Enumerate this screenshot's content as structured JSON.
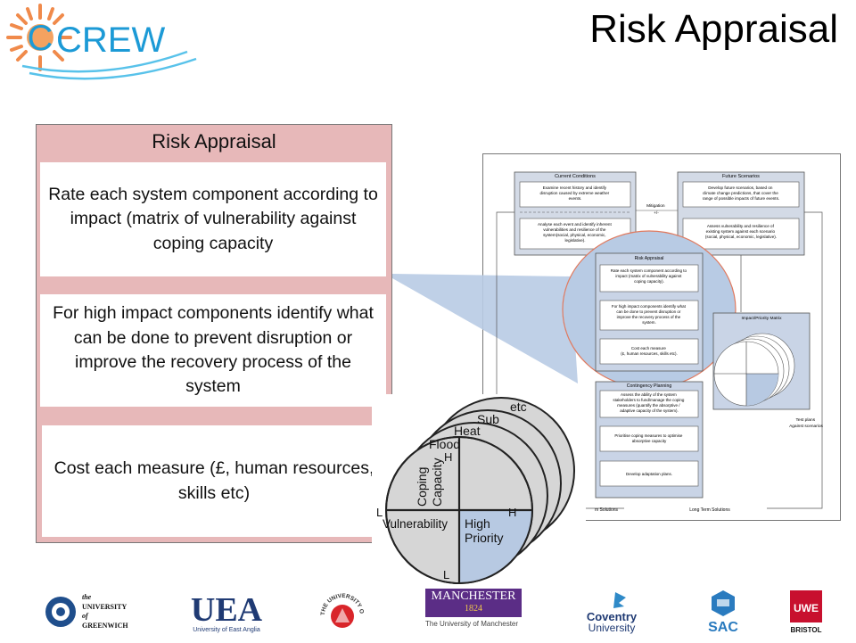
{
  "slide": {
    "title": "Risk Appraisal"
  },
  "logo": {
    "text": "CREW"
  },
  "panel": {
    "title": "Risk Appraisal",
    "steps": [
      "Rate each system component according to impact (matrix of vulnerability against coping capacity",
      "For high impact components identify what can be done to prevent disruption or improve the recovery process of the system",
      "Cost each measure (£, human resources, skills etc)"
    ]
  },
  "flowchart": {
    "current_conditions": {
      "title": "Current Conditions",
      "box1": [
        "Examine recent history and identify",
        "disruption caused by extreme weather",
        "events."
      ],
      "box2": [
        "Analyse each event and identify inherent",
        "vulnerabilities and resilience of the",
        "system(social, physical, economic,",
        "legislative)."
      ]
    },
    "future_scenarios": {
      "title": "Future Scenarios",
      "box1": [
        "Develop future scenarios, based on",
        "climate change predictions, that cover the",
        "range of possible impacts of future events."
      ],
      "box2": [
        "Assess vulnerability and resilience of",
        "existing system against each scenario",
        "(social, physical, economic, legislative)."
      ]
    },
    "mitigation": [
      "Mitigation",
      "+/-"
    ],
    "risk_appraisal": {
      "title": "Risk Appraisal",
      "box1": [
        "Rate each system component according to",
        "impact (matrix of vulnerability against",
        "coping capacity)."
      ],
      "box2": [
        "For high impact components identify what",
        "can be done to prevent disruption or",
        "improve the recovery process of the",
        "system."
      ],
      "box3": [
        "Cost each measure",
        "(£, human resources, skills etc)."
      ]
    },
    "impact_matrix": {
      "title": "Impact/Priority Matrix"
    },
    "contingency": {
      "title": "Contingency Planning",
      "box1": [
        "Assess the ability of the system",
        "stakeholders to fund/manage the coping",
        "measures (quantify the absorptive /",
        "adaptive capacity of the system)."
      ],
      "box2": [
        "Prioritise coping measures to optimise",
        "absorptive capacity"
      ],
      "box3": [
        "Develop adaptation plans."
      ]
    },
    "test_plans": [
      "Test plans",
      "Against scenarios"
    ],
    "bottom_left": "m Solutions",
    "bottom_right": "Long Term Solutions"
  },
  "matrix": {
    "layers": [
      "etc",
      "Sub",
      "Heat",
      "Flood"
    ],
    "h_top": "H",
    "l_left": "L",
    "h_right": "H",
    "l_bottom": "L",
    "y_axis": [
      "Coping",
      "Capacity"
    ],
    "x_axis": "Vulnerability",
    "quadrant": [
      "High",
      "Priority"
    ],
    "colors": {
      "quadrant": "#b7c9e2",
      "circle": "#d6d6d6"
    }
  },
  "sponsors": {
    "greenwich": [
      "the",
      "UNIVERSITY",
      "of",
      "GREENWICH"
    ],
    "uea": {
      "mark": "UEA",
      "name": "University of East Anglia"
    },
    "salford": "THE UNIVERSITY OF SALFORD",
    "manchester": {
      "name": "MANCHESTER",
      "year": "1824",
      "sub": "The University of Manchester"
    },
    "coventry": [
      "Coventry",
      "University"
    ],
    "sac": "SAC",
    "uwe": {
      "mark": "UWE",
      "city": "BRISTOL"
    }
  },
  "colors": {
    "panel_bg": "#e7b8b9",
    "highlight": "#b8cbe4",
    "callout_border": "#e07a5f",
    "manchester": "#5b2d86",
    "uea_blue": "#1f3a73"
  }
}
